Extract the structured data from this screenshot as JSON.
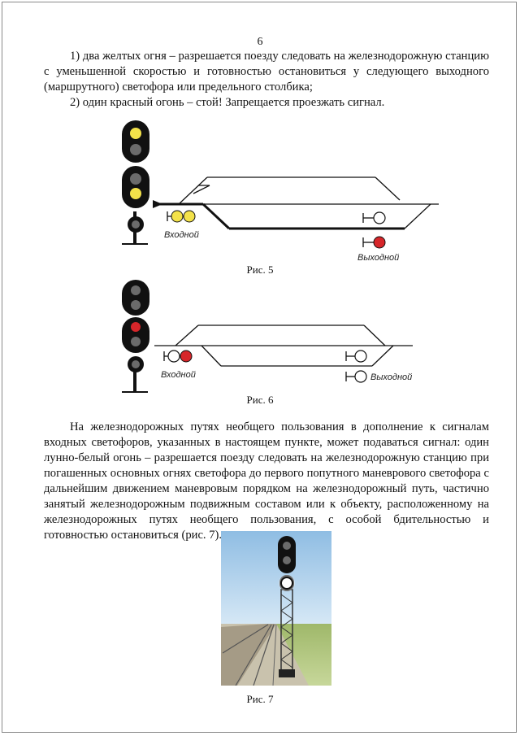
{
  "page_number": "6",
  "paragraphs": {
    "item1": "1) два желтых огня – разрешается поезду следовать на железнодорожную станцию с уменьшенной скоростью и готовностью остановиться у следующего выходного (маршрутного) светофора или предельного столбика;",
    "item2": "2) один красный огонь – стой! Запрещается проезжать сигнал.",
    "body": "На железнодорожных путях необщего пользования в дополнение к сигналам входных светофоров, указанных в настоящем пункте, может подаваться сигнал: один лунно-белый огонь – разрешается поезду следовать на железнодорожную станцию при погашенных основных огнях светофора до первого попутного маневрового светофора с дальнейшим движением маневровым порядком на железнодорожный путь, частично занятый железнодорожным подвижным составом или к объекту, расположенному на железнодорожных путях необщего пользования, с особой бдительностью и готовностью остановиться (рис. 7)."
  },
  "figures": {
    "fig5": {
      "caption": "Рис. 5",
      "label_entry": "Входной",
      "label_exit": "Выходной"
    },
    "fig6": {
      "caption": "Рис. 6",
      "label_entry": "Входной",
      "label_exit": "Выходной"
    },
    "fig7": {
      "caption": "Рис. 7"
    }
  },
  "colors": {
    "yellow": "#f3e24a",
    "red": "#d6262a",
    "lunar_white": "#ffffff",
    "off_lamp": "#6b6b6b",
    "signal_body": "#111111",
    "sky": "#a9cdea"
  }
}
